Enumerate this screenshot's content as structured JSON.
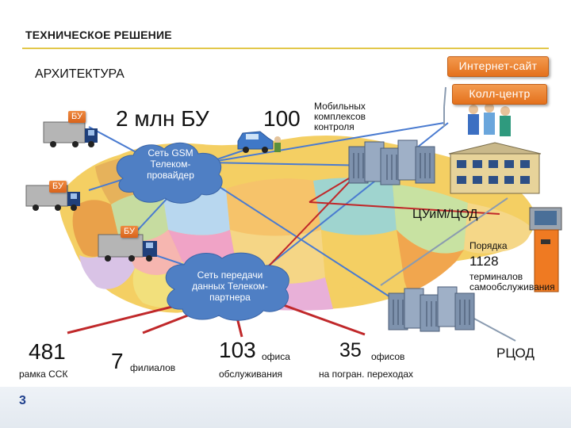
{
  "header": {
    "title": "ТЕХНИЧЕСКОЕ РЕШЕНИЕ",
    "section": "АРХИТЕКТУРА"
  },
  "buttons": {
    "internet_site": "Интернет-сайт",
    "call_center": "Колл-центр"
  },
  "labels": {
    "bu_tag": "БУ",
    "bu_count": "2 млн БУ",
    "mobile_count": "100",
    "mobile_desc": [
      "Мобильных",
      "комплексов",
      "контроля"
    ],
    "gsm_cloud": [
      "Сеть GSM",
      "Телеком-",
      "провайдер"
    ],
    "data_cloud": [
      "Сеть передачи",
      "данных Телеком-",
      "партнера"
    ],
    "center": "ЦУиМ/ЦОД",
    "terminals_pre": "Порядка",
    "terminals_count": "1128",
    "terminals_desc": [
      "терминалов",
      "самообслуживания"
    ],
    "rcod": "РЦОД"
  },
  "stats": {
    "frames_count": "481",
    "frames_desc": "рамка ССК",
    "branches_count": "7",
    "branches_desc": "филиалов",
    "offices_count": "103",
    "offices_desc_1": "офиса",
    "offices_desc_2": "обслуживания",
    "border_count": "35",
    "border_desc_1": "офисов",
    "border_desc_2": "на погран. переходах"
  },
  "footer": {
    "page_number": "3"
  },
  "colors": {
    "accent_orange": "#e4711d",
    "cloud_blue": "#4f7fc4",
    "line_blue": "#4a7bd0",
    "line_red": "#c0282a",
    "line_gray": "#8a9bb0"
  }
}
